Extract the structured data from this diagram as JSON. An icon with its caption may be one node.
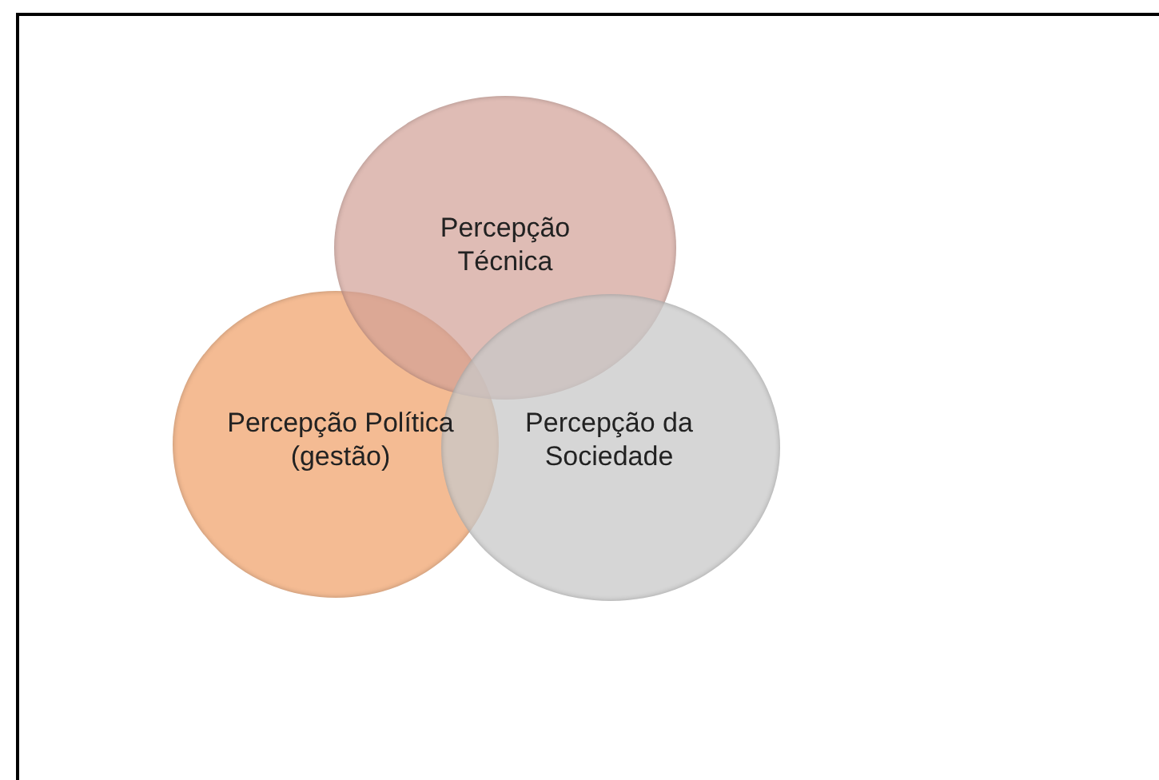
{
  "diagram": {
    "nodes": [
      {
        "text": [
          "Percepção Técnica"
        ]
      },
      {
        "text": [
          "Percepção Política (gestão)"
        ]
      },
      {
        "text": [
          "Percepção da Sociedade"
        ]
      }
    ]
  }
}
